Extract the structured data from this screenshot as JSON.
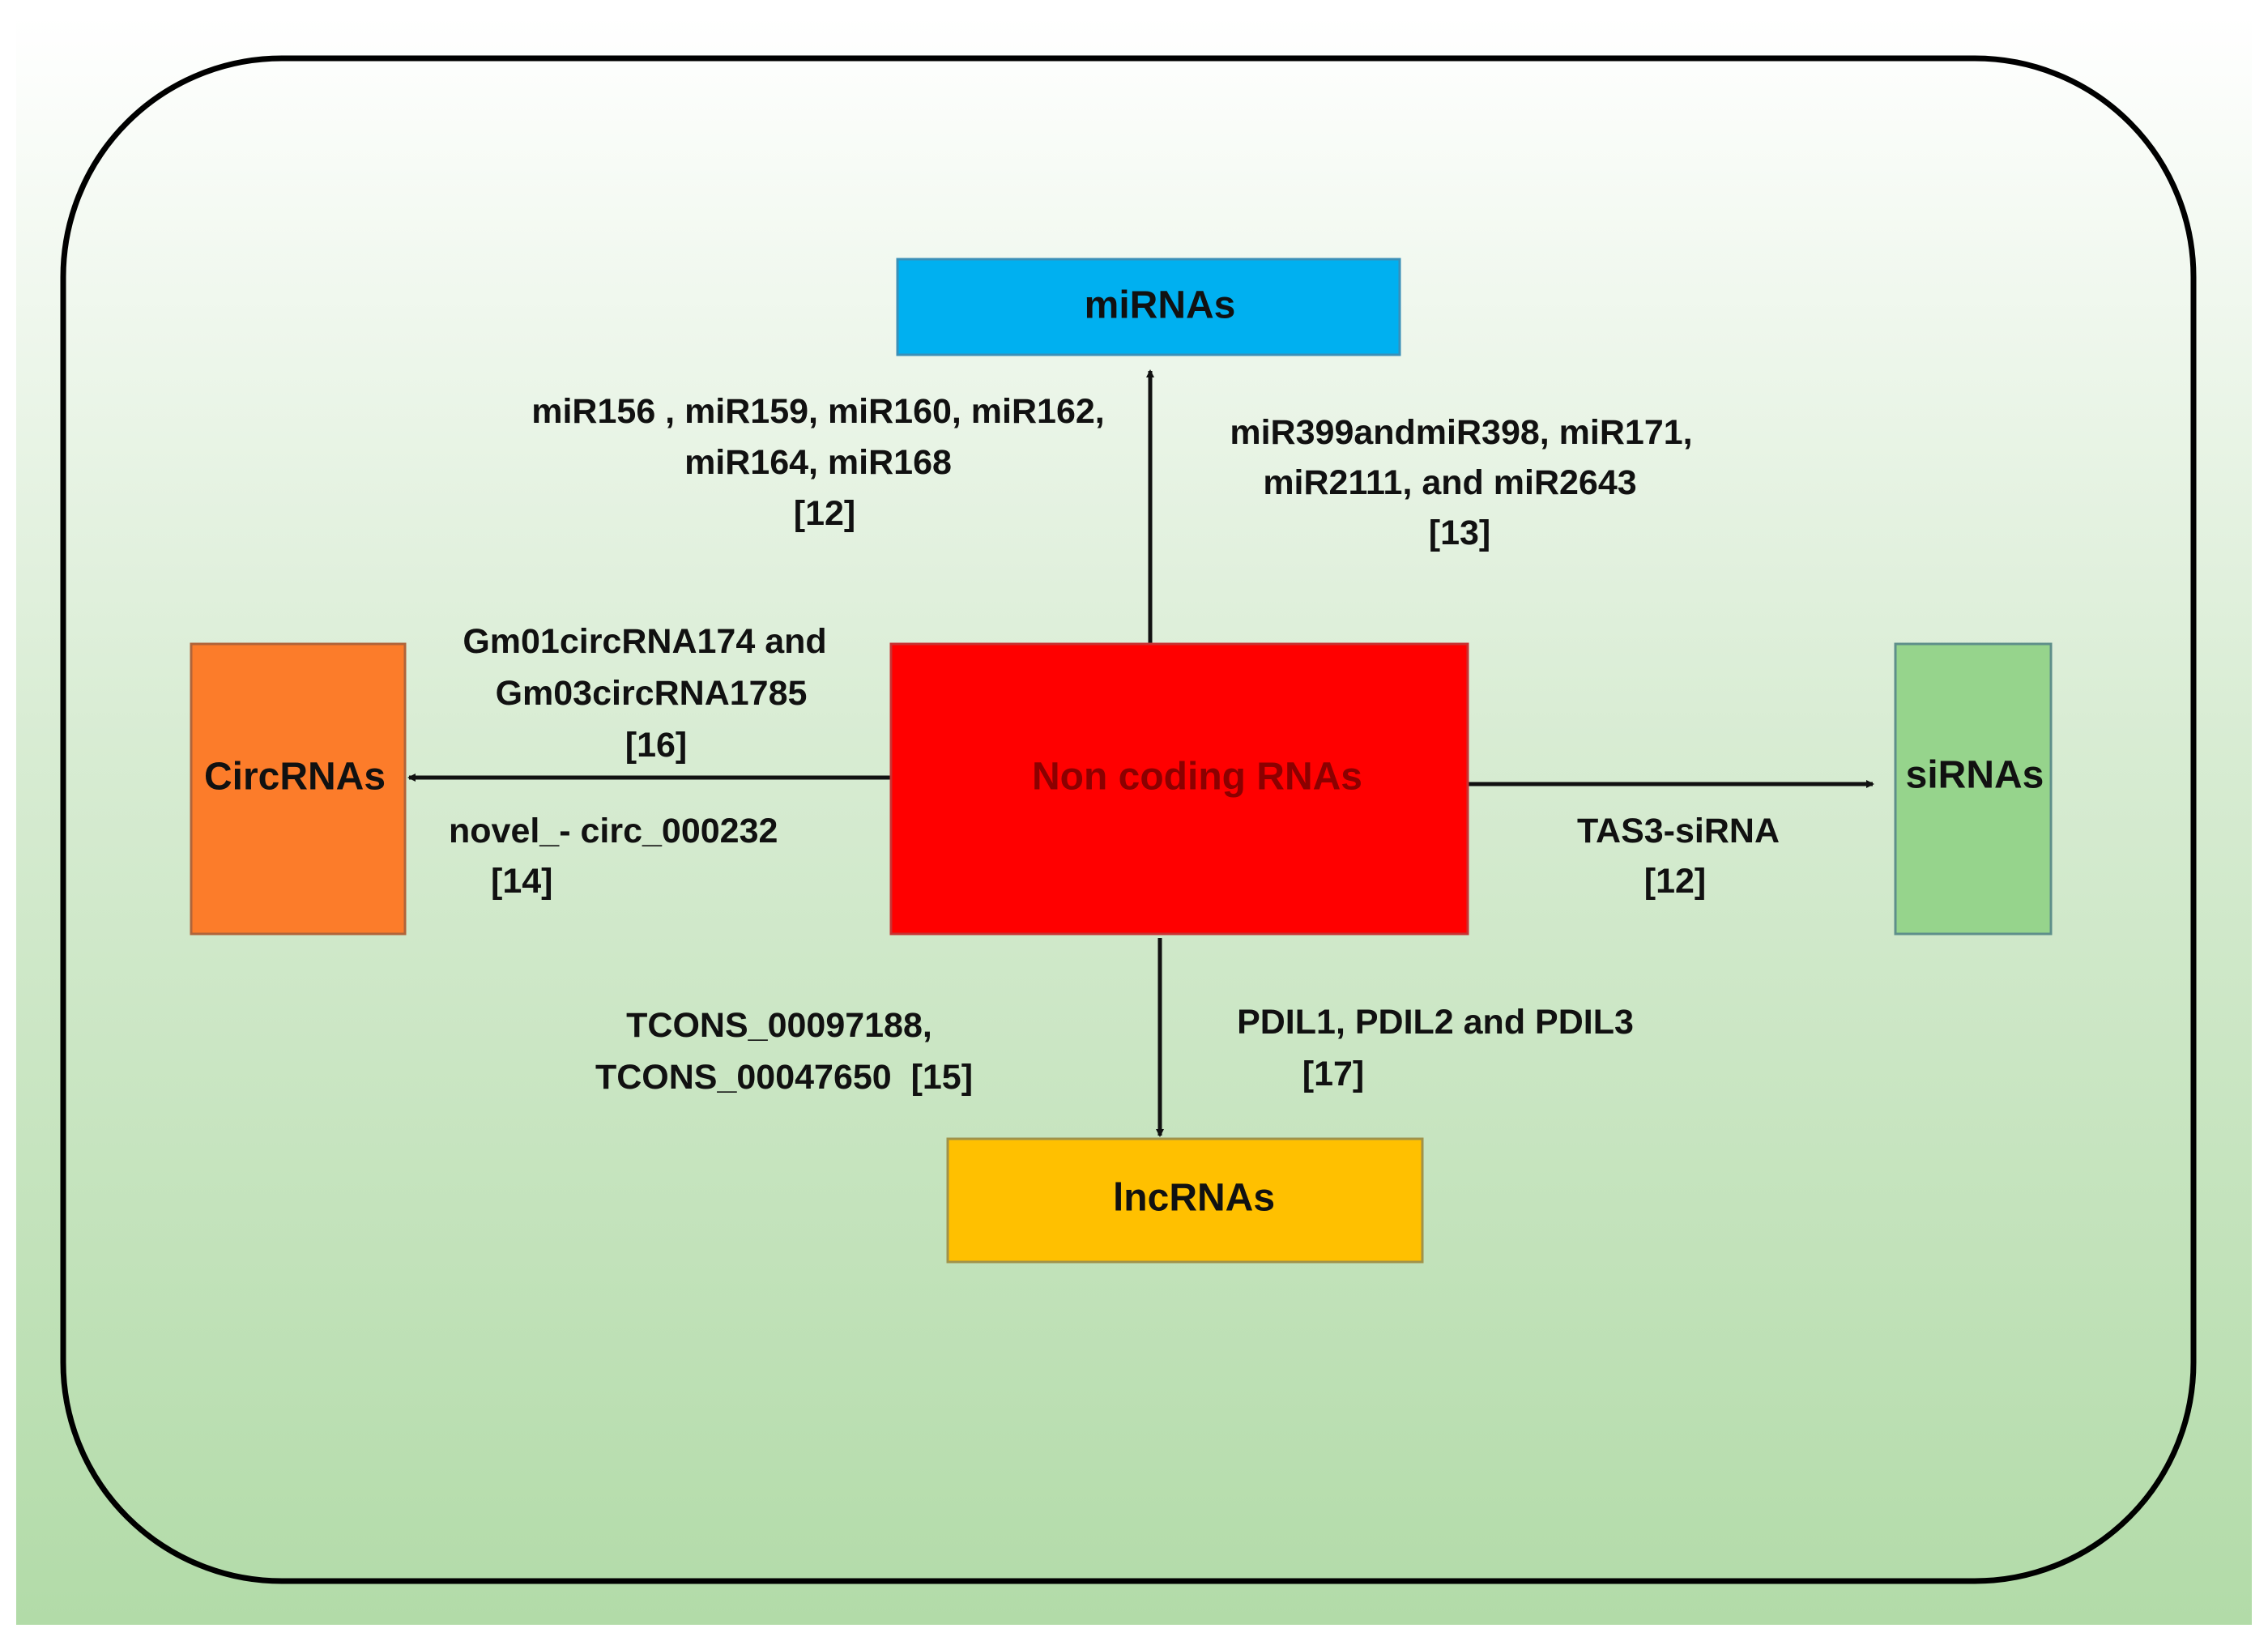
{
  "nodes": {
    "center": {
      "label": "Non coding RNAs",
      "color": "#ff0000",
      "text_color": "#8b0000"
    },
    "mirnas": {
      "label": "miRNAs",
      "color": "#00b0f0",
      "text_color": "#111111"
    },
    "circrnas": {
      "label": "CircRNAs",
      "color": "#fc7c2a",
      "text_color": "#111111"
    },
    "sirnas": {
      "label": "siRNAs",
      "color": "#96d48c",
      "text_color": "#111111"
    },
    "lncrnas": {
      "label": "lncRNAs",
      "color": "#ffc000",
      "text_color": "#111111"
    }
  },
  "edges": {
    "mirna_left": {
      "lines": [
        "miR156 , miR159, miR160, miR162,",
        "miR164, miR168",
        "[12]"
      ]
    },
    "mirna_right": {
      "lines": [
        "miR399andmiR398, miR171,",
        "miR2111, and miR2643",
        "[13]"
      ]
    },
    "circ_top": {
      "lines": [
        "Gm01circRNA174 and",
        "Gm03circRNA1785",
        "[16]"
      ]
    },
    "circ_bottom": {
      "lines": [
        "novel_- circ_000232",
        "[14]"
      ]
    },
    "sirna": {
      "lines": [
        "TAS3-siRNA",
        "[12]"
      ]
    },
    "lnc_left": {
      "lines": [
        "TCONS_00097188,",
        "TCONS_00047650  [15]"
      ]
    },
    "lnc_right": {
      "lines": [
        "PDIL1, PDIL2 and PDIL3",
        "[17]"
      ]
    }
  },
  "colors": {
    "background_top": "#ffffff",
    "background_bottom": "#b4dcab",
    "frame": "#000000",
    "arrow": "#111111"
  }
}
